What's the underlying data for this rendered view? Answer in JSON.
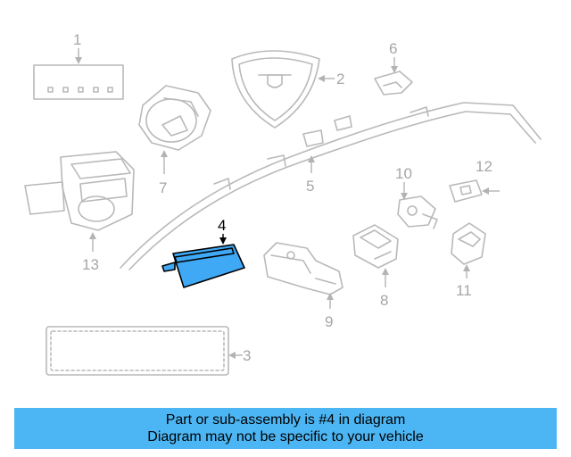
{
  "diagram": {
    "callouts": [
      "1",
      "2",
      "3",
      "4",
      "5",
      "6",
      "7",
      "8",
      "9",
      "10",
      "11",
      "12",
      "13"
    ],
    "highlighted_part": "4",
    "highlight_color": "#3fa9f5",
    "line_color": "#b9b9b9"
  },
  "banner": {
    "line1": "Part or sub-assembly is #4 in diagram",
    "line2": "Diagram may not be specific to your vehicle",
    "background": "#4cb6f4"
  }
}
